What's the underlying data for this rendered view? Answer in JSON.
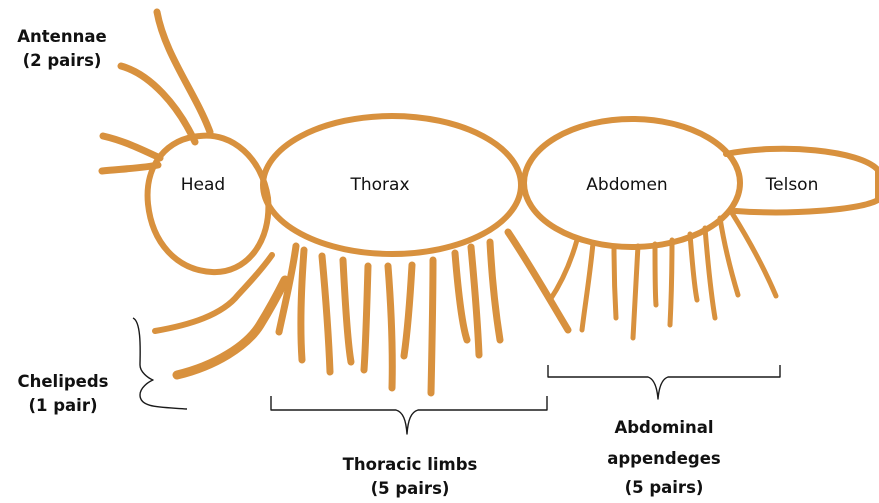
{
  "colors": {
    "body_stroke": "#d8913e",
    "bracket": "#1a1a1a",
    "text": "#111111"
  },
  "segments": {
    "head": "Head",
    "thorax": "Thorax",
    "abdomen": "Abdomen",
    "telson": "Telson"
  },
  "labels": {
    "antennae": [
      "Antennae",
      "(2 pairs)"
    ],
    "chelipeds": [
      "Chelipeds",
      "(1 pair)"
    ],
    "thoracic": [
      "Thoracic limbs",
      "(5 pairs)"
    ],
    "abdominal": [
      "Abdominal",
      "appendeges",
      "(5 pairs)"
    ]
  }
}
